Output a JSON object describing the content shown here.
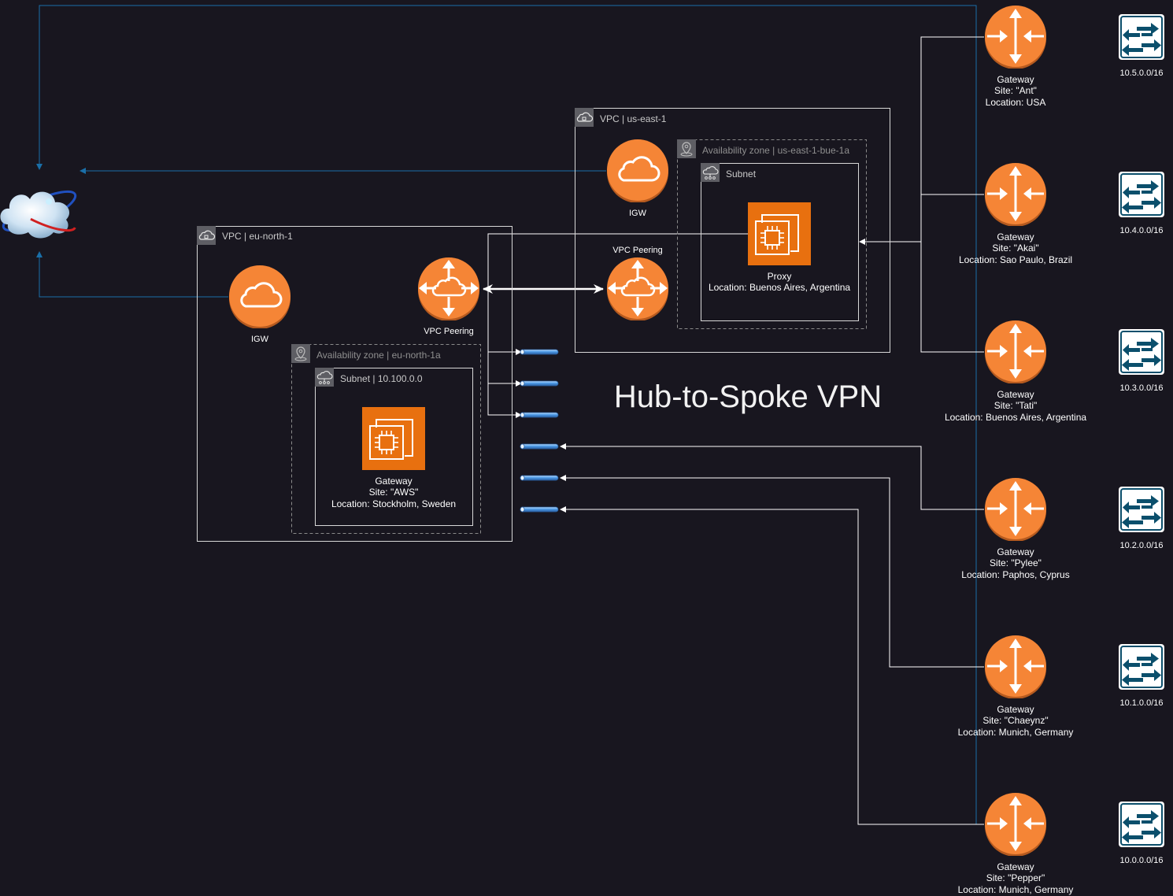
{
  "title": "Hub-to-Spoke VPN",
  "vpc_eu": {
    "label": "VPC | eu-north-1",
    "igw_label": "IGW",
    "peering_label": "VPC Peering",
    "az_label": "Availability zone | eu-north-1a",
    "subnet_label": "Subnet | 10.100.0.0",
    "gateway": {
      "line1": "Gateway",
      "line2": "Site: \"AWS\"",
      "line3": "Location: Stockholm, Sweden"
    }
  },
  "vpc_us": {
    "label": "VPC | us-east-1",
    "igw_label": "IGW",
    "peering_label": "VPC Peering",
    "az_label": "Availability zone | us-east-1-bue-1a",
    "subnet_label": "Subnet",
    "proxy": {
      "line1": "Proxy",
      "line2": "Location: Buenos Aires, Argentina"
    }
  },
  "sites": [
    {
      "line1": "Gateway",
      "line2": "Site: \"Ant\"",
      "line3": "Location: USA",
      "cidr": "10.5.0.0/16"
    },
    {
      "line1": "Gateway",
      "line2": "Site: \"Akai\"",
      "line3": "Location: Sao Paulo, Brazil",
      "cidr": "10.4.0.0/16"
    },
    {
      "line1": "Gateway",
      "line2": "Site: \"Tati\"",
      "line3": "Location: Buenos Aires, Argentina",
      "cidr": "10.3.0.0/16"
    },
    {
      "line1": "Gateway",
      "line2": "Site: \"Pylee\"",
      "line3": "Location: Paphos, Cyprus",
      "cidr": "10.2.0.0/16"
    },
    {
      "line1": "Gateway",
      "line2": "Site: \"Chaeynz\"",
      "line3": "Location: Munich, Germany",
      "cidr": "10.1.0.0/16"
    },
    {
      "line1": "Gateway",
      "line2": "Site: \"Pepper\"",
      "line3": "Location: Munich, Germany",
      "cidr": "10.0.0.0/16"
    }
  ],
  "colors": {
    "background": "#18161f",
    "orange": "#f58536",
    "ec2_orange": "#e8700f",
    "link_blue": "#1a6fa8",
    "switch_teal": "#0b4f6c"
  },
  "icons": {
    "internet": "internet-cloud-icon",
    "igw": "internet-gateway-icon",
    "peering": "vpc-peering-icon",
    "router": "router-icon",
    "switch": "switch-icon",
    "tunnel": "vpn-tunnel-icon",
    "ec2": "ec2-instance-icon"
  }
}
